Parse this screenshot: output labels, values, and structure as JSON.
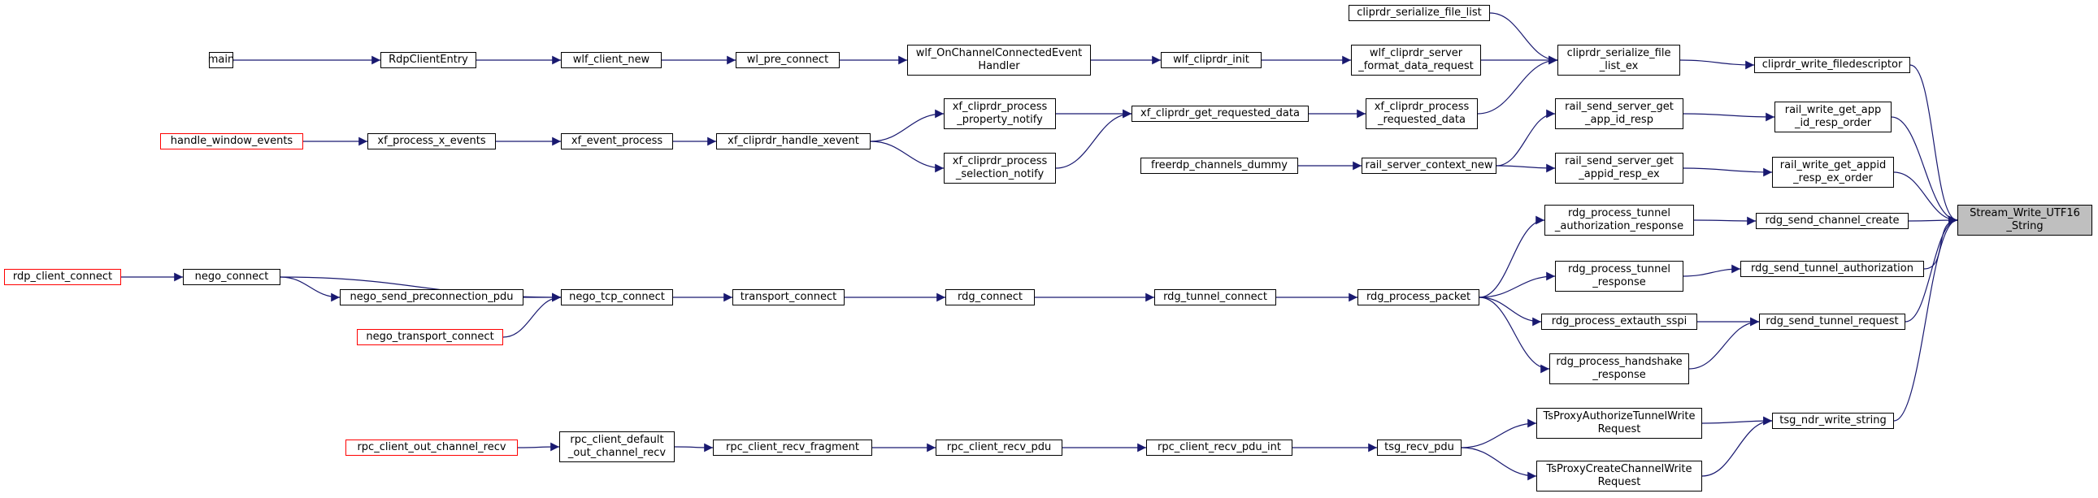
{
  "colors": {
    "edge": "#191970",
    "node_border": "#000000",
    "truncated_border": "#ff0000",
    "root_fill": "#bfbfbf"
  },
  "nodes": {
    "main": [
      "main"
    ],
    "rdpclient": [
      "RdpClientEntry"
    ],
    "wlf_client_new": [
      "wlf_client_new"
    ],
    "wl_pre_connect": [
      "wl_pre_connect"
    ],
    "wlf_onchannel": [
      "wlf_OnChannelConnectedEvent",
      "Handler"
    ],
    "wlf_cliprdr_init": [
      "wlf_cliprdr_init"
    ],
    "wlf_cliprdr_server_fmt": [
      "wlf_cliprdr_server",
      "_format_data_request"
    ],
    "cliprdr_serialize_file_list": [
      "cliprdr_serialize_file_list"
    ],
    "cliprdr_serialize_file_list_ex": [
      "cliprdr_serialize_file",
      "_list_ex"
    ],
    "cliprdr_write_filedescriptor": [
      "cliprdr_write_filedescriptor"
    ],
    "handle_window_events": [
      "handle_window_events"
    ],
    "xf_process_x_events": [
      "xf_process_x_events"
    ],
    "xf_event_process": [
      "xf_event_process"
    ],
    "xf_cliprdr_handle_xevent": [
      "xf_cliprdr_handle_xevent"
    ],
    "xf_cliprdr_process_property_notify": [
      "xf_cliprdr_process",
      "_property_notify"
    ],
    "xf_cliprdr_process_selection_notify": [
      "xf_cliprdr_process",
      "_selection_notify"
    ],
    "xf_cliprdr_get_requested_data": [
      "xf_cliprdr_get_requested_data"
    ],
    "xf_cliprdr_process_requested_data": [
      "xf_cliprdr_process",
      "_requested_data"
    ],
    "freerdp_channels_dummy": [
      "freerdp_channels_dummy"
    ],
    "rail_server_context_new": [
      "rail_server_context_new"
    ],
    "rail_send_server_get_app_id_resp": [
      "rail_send_server_get",
      "_app_id_resp"
    ],
    "rail_send_server_get_appid_resp_ex": [
      "rail_send_server_get",
      "_appid_resp_ex"
    ],
    "rail_write_get_app_id_resp_order": [
      "rail_write_get_app",
      "_id_resp_order"
    ],
    "rail_write_get_appid_resp_ex_order": [
      "rail_write_get_appid",
      "_resp_ex_order"
    ],
    "stream_write_utf16_string": [
      "Stream_Write_UTF16",
      "_String"
    ],
    "rdp_client_connect": [
      "rdp_client_connect"
    ],
    "nego_connect": [
      "nego_connect"
    ],
    "nego_send_preconnection_pdu": [
      "nego_send_preconnection_pdu"
    ],
    "nego_transport_connect": [
      "nego_transport_connect"
    ],
    "nego_tcp_connect": [
      "nego_tcp_connect"
    ],
    "transport_connect": [
      "transport_connect"
    ],
    "rdg_connect": [
      "rdg_connect"
    ],
    "rdg_tunnel_connect": [
      "rdg_tunnel_connect"
    ],
    "rdg_process_packet": [
      "rdg_process_packet"
    ],
    "rdg_process_tunnel_authorization_response": [
      "rdg_process_tunnel",
      "_authorization_response"
    ],
    "rdg_process_tunnel_response": [
      "rdg_process_tunnel",
      "_response"
    ],
    "rdg_process_extauth_sspi": [
      "rdg_process_extauth_sspi"
    ],
    "rdg_process_handshake_response": [
      "rdg_process_handshake",
      "_response"
    ],
    "rdg_send_channel_create": [
      "rdg_send_channel_create"
    ],
    "rdg_send_tunnel_authorization": [
      "rdg_send_tunnel_authorization"
    ],
    "rdg_send_tunnel_request": [
      "rdg_send_tunnel_request"
    ],
    "rpc_client_out_channel_recv": [
      "rpc_client_out_channel_recv"
    ],
    "rpc_client_default_out_channel_recv": [
      "rpc_client_default",
      "_out_channel_recv"
    ],
    "rpc_client_recv_fragment": [
      "rpc_client_recv_fragment"
    ],
    "rpc_client_recv_pdu": [
      "rpc_client_recv_pdu"
    ],
    "rpc_client_recv_pdu_int": [
      "rpc_client_recv_pdu_int"
    ],
    "tsg_recv_pdu": [
      "tsg_recv_pdu"
    ],
    "tsproxy_authorize_tunnel_write_request": [
      "TsProxyAuthorizeTunnelWrite",
      "Request"
    ],
    "tsproxy_create_channel_write_request": [
      "TsProxyCreateChannelWrite",
      "Request"
    ],
    "tsg_ndr_write_string": [
      "tsg_ndr_write_string"
    ]
  },
  "truncated_nodes": [
    "handle_window_events",
    "rdp_client_connect",
    "nego_transport_connect",
    "rpc_client_out_channel_recv"
  ],
  "root_node": "stream_write_utf16_string",
  "edges": [
    [
      "main",
      "rdpclient"
    ],
    [
      "rdpclient",
      "wlf_client_new"
    ],
    [
      "wlf_client_new",
      "wl_pre_connect"
    ],
    [
      "wl_pre_connect",
      "wlf_onchannel"
    ],
    [
      "wlf_onchannel",
      "wlf_cliprdr_init"
    ],
    [
      "wlf_cliprdr_init",
      "wlf_cliprdr_server_fmt"
    ],
    [
      "wlf_cliprdr_server_fmt",
      "cliprdr_serialize_file_list_ex"
    ],
    [
      "cliprdr_serialize_file_list",
      "cliprdr_serialize_file_list_ex"
    ],
    [
      "xf_cliprdr_process_requested_data",
      "cliprdr_serialize_file_list_ex"
    ],
    [
      "cliprdr_serialize_file_list_ex",
      "cliprdr_write_filedescriptor"
    ],
    [
      "cliprdr_write_filedescriptor",
      "stream_write_utf16_string"
    ],
    [
      "handle_window_events",
      "xf_process_x_events"
    ],
    [
      "xf_process_x_events",
      "xf_event_process"
    ],
    [
      "xf_event_process",
      "xf_cliprdr_handle_xevent"
    ],
    [
      "xf_cliprdr_handle_xevent",
      "xf_cliprdr_process_property_notify"
    ],
    [
      "xf_cliprdr_handle_xevent",
      "xf_cliprdr_process_selection_notify"
    ],
    [
      "xf_cliprdr_process_property_notify",
      "xf_cliprdr_get_requested_data"
    ],
    [
      "xf_cliprdr_process_selection_notify",
      "xf_cliprdr_get_requested_data"
    ],
    [
      "xf_cliprdr_get_requested_data",
      "xf_cliprdr_process_requested_data"
    ],
    [
      "freerdp_channels_dummy",
      "rail_server_context_new"
    ],
    [
      "rail_server_context_new",
      "rail_send_server_get_app_id_resp"
    ],
    [
      "rail_server_context_new",
      "rail_send_server_get_appid_resp_ex"
    ],
    [
      "rail_send_server_get_app_id_resp",
      "rail_write_get_app_id_resp_order"
    ],
    [
      "rail_send_server_get_appid_resp_ex",
      "rail_write_get_appid_resp_ex_order"
    ],
    [
      "rail_write_get_app_id_resp_order",
      "stream_write_utf16_string"
    ],
    [
      "rail_write_get_appid_resp_ex_order",
      "stream_write_utf16_string"
    ],
    [
      "rdp_client_connect",
      "nego_connect"
    ],
    [
      "nego_connect",
      "nego_send_preconnection_pdu"
    ],
    [
      "nego_connect",
      "nego_tcp_connect"
    ],
    [
      "nego_send_preconnection_pdu",
      "nego_tcp_connect"
    ],
    [
      "nego_transport_connect",
      "nego_tcp_connect"
    ],
    [
      "nego_tcp_connect",
      "transport_connect"
    ],
    [
      "transport_connect",
      "rdg_connect"
    ],
    [
      "rdg_connect",
      "rdg_tunnel_connect"
    ],
    [
      "rdg_tunnel_connect",
      "rdg_process_packet"
    ],
    [
      "rdg_process_packet",
      "rdg_process_tunnel_authorization_response"
    ],
    [
      "rdg_process_packet",
      "rdg_process_tunnel_response"
    ],
    [
      "rdg_process_packet",
      "rdg_process_extauth_sspi"
    ],
    [
      "rdg_process_packet",
      "rdg_process_handshake_response"
    ],
    [
      "rdg_process_tunnel_authorization_response",
      "rdg_send_channel_create"
    ],
    [
      "rdg_process_tunnel_response",
      "rdg_send_tunnel_authorization"
    ],
    [
      "rdg_process_extauth_sspi",
      "rdg_send_tunnel_request"
    ],
    [
      "rdg_process_handshake_response",
      "rdg_send_tunnel_request"
    ],
    [
      "rdg_send_channel_create",
      "stream_write_utf16_string"
    ],
    [
      "rdg_send_tunnel_authorization",
      "stream_write_utf16_string"
    ],
    [
      "rdg_send_tunnel_request",
      "stream_write_utf16_string"
    ],
    [
      "rpc_client_out_channel_recv",
      "rpc_client_default_out_channel_recv"
    ],
    [
      "rpc_client_default_out_channel_recv",
      "rpc_client_recv_fragment"
    ],
    [
      "rpc_client_recv_fragment",
      "rpc_client_recv_pdu"
    ],
    [
      "rpc_client_recv_pdu",
      "rpc_client_recv_pdu_int"
    ],
    [
      "rpc_client_recv_pdu_int",
      "tsg_recv_pdu"
    ],
    [
      "tsg_recv_pdu",
      "tsproxy_authorize_tunnel_write_request"
    ],
    [
      "tsg_recv_pdu",
      "tsproxy_create_channel_write_request"
    ],
    [
      "tsproxy_authorize_tunnel_write_request",
      "tsg_ndr_write_string"
    ],
    [
      "tsproxy_create_channel_write_request",
      "tsg_ndr_write_string"
    ],
    [
      "tsg_ndr_write_string",
      "stream_write_utf16_string"
    ]
  ]
}
